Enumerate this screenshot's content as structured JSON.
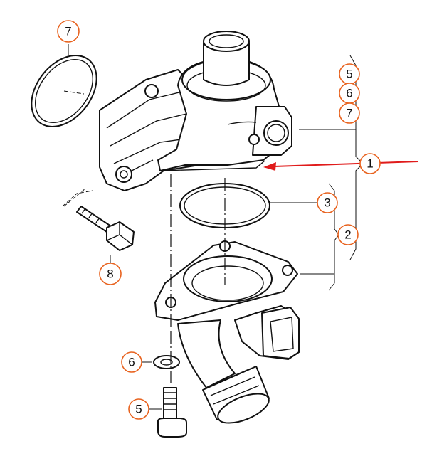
{
  "callouts": {
    "c7_top": "7",
    "c8": "8",
    "c6_bottom": "6",
    "c5_bottom": "5",
    "c5_right": "5",
    "c6_right": "6",
    "c7_right": "7",
    "c1": "1",
    "c3": "3",
    "c2": "2"
  },
  "colors": {
    "callout_outline": "#e8621e",
    "arrow": "#e01b1b",
    "linework": "#111111"
  }
}
